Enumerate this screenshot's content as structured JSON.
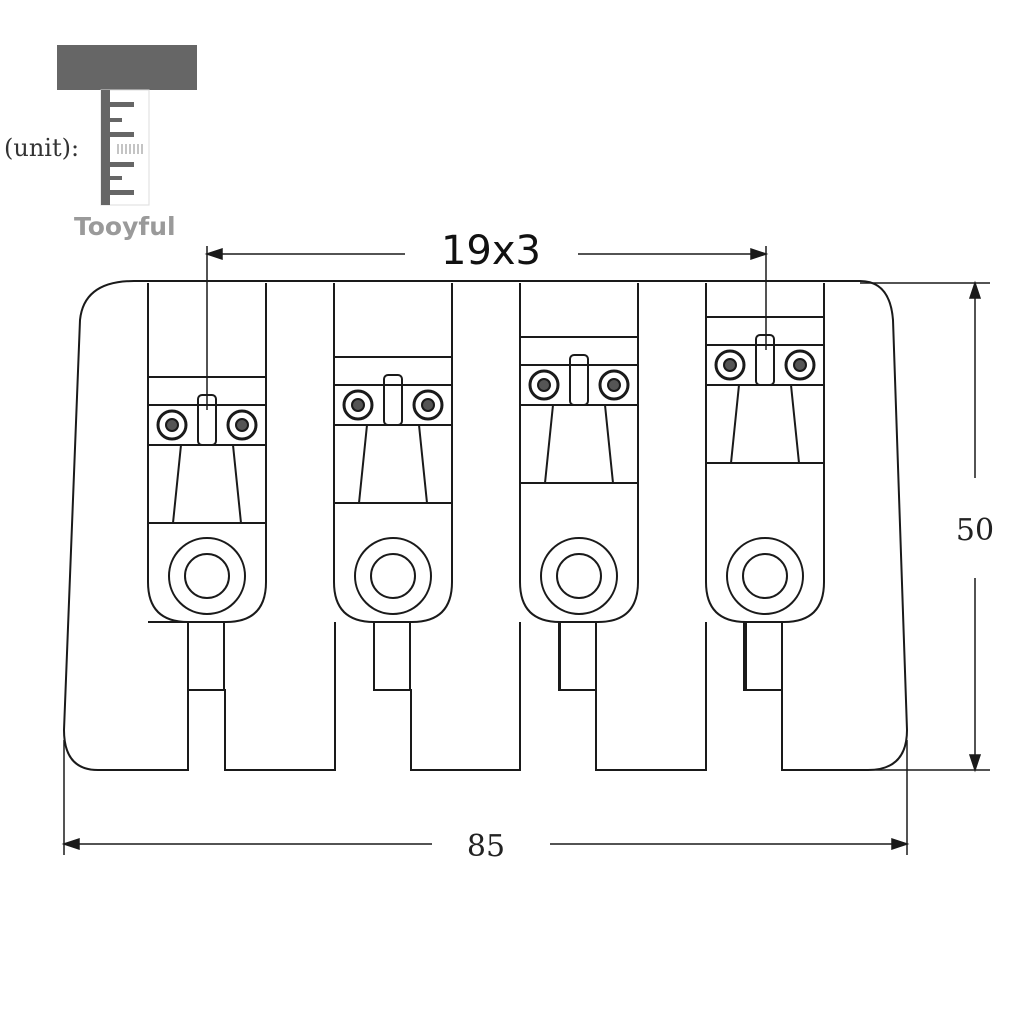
{
  "logo": {
    "unit_label": "(unit):",
    "brand": "Tooyful",
    "bar_color": "#666666"
  },
  "dimensions": {
    "spacing": "19x3",
    "height": "50",
    "width": "85"
  },
  "saddle_count": 4
}
